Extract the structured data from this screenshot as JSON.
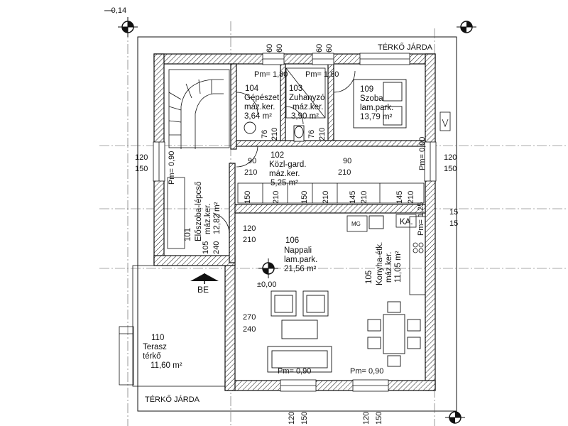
{
  "rooms": {
    "r104": {
      "number": "104",
      "name": "Gépészet",
      "finish": "máz.ker.",
      "area": "3,64 m²"
    },
    "r103": {
      "number": "103",
      "name": "Zuhanyzó",
      "finish": "máz.ker.",
      "area": "3,90 m²"
    },
    "r109": {
      "number": "109",
      "name": "Szoba",
      "finish": "lam.park.",
      "area": "13,79 m²"
    },
    "r102": {
      "number": "102",
      "name": "Közl-gard.",
      "finish": "máz.ker.",
      "area": "5,25 m²"
    },
    "r101": {
      "number": "101",
      "name": "Előszoba-lépcső",
      "finish": "máz.ker.",
      "area": "12,82 m²"
    },
    "r106": {
      "number": "106",
      "name": "Nappali",
      "finish": "lam.park.",
      "area": "21,56 m²"
    },
    "r105": {
      "number": "105",
      "name": "Konyha-étk.",
      "finish": "máz.ker.",
      "area": "11,05 m²"
    },
    "r110": {
      "number": "110",
      "name": "Terasz",
      "finish": "térkő",
      "area": "11,60 m²"
    }
  },
  "labels": {
    "paving_top": "TÉRKŐ JÁRDA",
    "paving_bottom": "TÉRKŐ JÁRDA",
    "level_marker": "-0,14",
    "zero_level": "±0,00",
    "entrance": "BE",
    "chimney": "KA.",
    "mg": "MG"
  },
  "sills": {
    "pm180a": "Pm= 1,80",
    "pm180b": "Pm= 1,80",
    "pm090_right": "Pm= 0,90",
    "pm090_left": "Pm= 0,90",
    "pm125": "Pm= 1,25",
    "pm090_bottom_a": "Pm= 0,90",
    "pm090_bottom_b": "Pm= 0,90"
  },
  "dimensions": {
    "top_60a": "60",
    "top_60b": "60",
    "top_60c": "60",
    "top_60d": "60",
    "left_120": "120",
    "left_150": "150",
    "right_120": "120",
    "right_150": "150",
    "right_15a": "15",
    "right_15b": "15",
    "bot_120a": "120",
    "bot_150a": "150",
    "bot_120b": "120",
    "bot_150b": "150",
    "d76a": "76",
    "d210a": "210",
    "d76b": "76",
    "d210b": "210",
    "d90a": "90",
    "d210c": "210",
    "d90b": "90",
    "d210d": "210",
    "d150a": "150",
    "d210e": "210",
    "d150b": "150",
    "d210f": "210",
    "d145a": "145",
    "d210g": "210",
    "d145b": "145",
    "d210h": "210",
    "d120c": "120",
    "d210i": "210",
    "d105": "105",
    "d240a": "240",
    "d270": "270",
    "d240b": "240"
  },
  "icons": {
    "grid_marker": "crosshair-circle-icon",
    "level": "level-marker-icon",
    "entrance": "entrance-arrow-icon",
    "north": "arrow-down-icon"
  }
}
